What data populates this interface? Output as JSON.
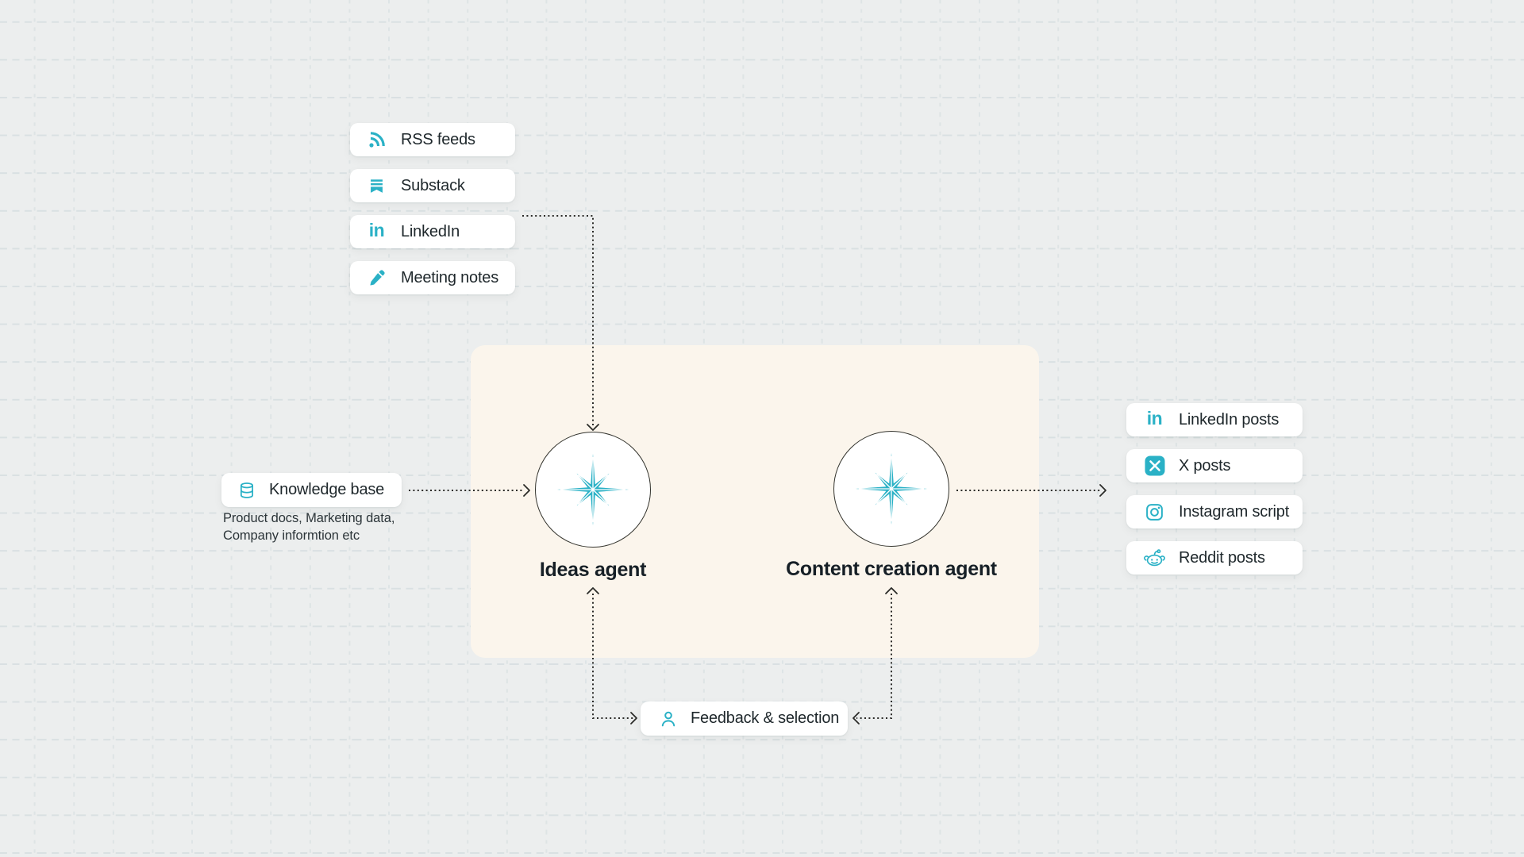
{
  "canvas": {
    "background": "#ECEEEE",
    "grid_line": "#D9E0E2",
    "accent": "#2AB1C6",
    "panel": "#FBF5EC",
    "connector": "#2B2B28",
    "text": "#1E272B"
  },
  "sources": {
    "items": [
      {
        "label": "RSS feeds",
        "icon": "rss-icon"
      },
      {
        "label": "Substack",
        "icon": "substack-icon"
      },
      {
        "label": "LinkedIn",
        "icon": "linkedin-icon"
      },
      {
        "label": "Meeting notes",
        "icon": "pencil-icon"
      }
    ]
  },
  "knowledge_base": {
    "label": "Knowledge base",
    "icon": "database-icon",
    "note": {
      "line1": "Product docs, Marketing data,",
      "line2": "Company informtion etc"
    }
  },
  "agents": {
    "ideas_agent": {
      "label": "Ideas agent",
      "icon": "compass-star-icon"
    },
    "content_agent": {
      "label": "Content creation agent",
      "icon": "compass-star-icon"
    }
  },
  "outputs": {
    "items": [
      {
        "label": "LinkedIn posts",
        "icon": "linkedin-icon"
      },
      {
        "label": "X posts",
        "icon": "x-logo-icon"
      },
      {
        "label": "Instagram script",
        "icon": "instagram-icon"
      },
      {
        "label": "Reddit posts",
        "icon": "reddit-icon"
      }
    ]
  },
  "feedback": {
    "label": "Feedback & selection",
    "icon": "person-icon"
  },
  "icons": {
    "linkedin_glyph": "in"
  }
}
